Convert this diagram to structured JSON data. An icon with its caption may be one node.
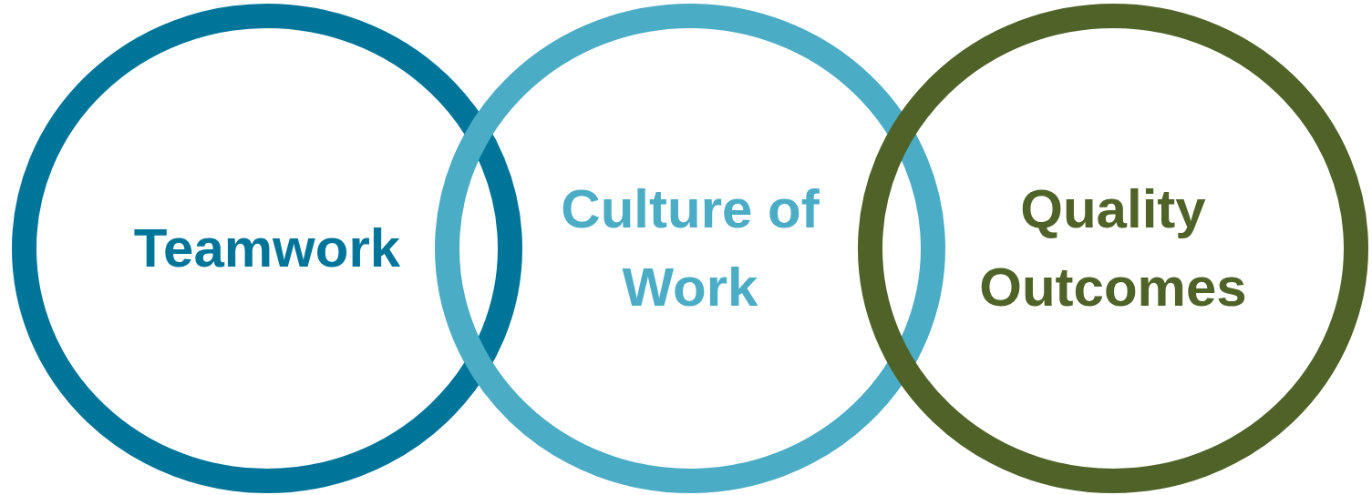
{
  "diagram": {
    "nodes": [
      {
        "text": [
          "Teamwork"
        ]
      },
      {
        "text": [
          "Culture of Work"
        ]
      },
      {
        "text": [
          "Quality Outcomes"
        ]
      }
    ]
  }
}
